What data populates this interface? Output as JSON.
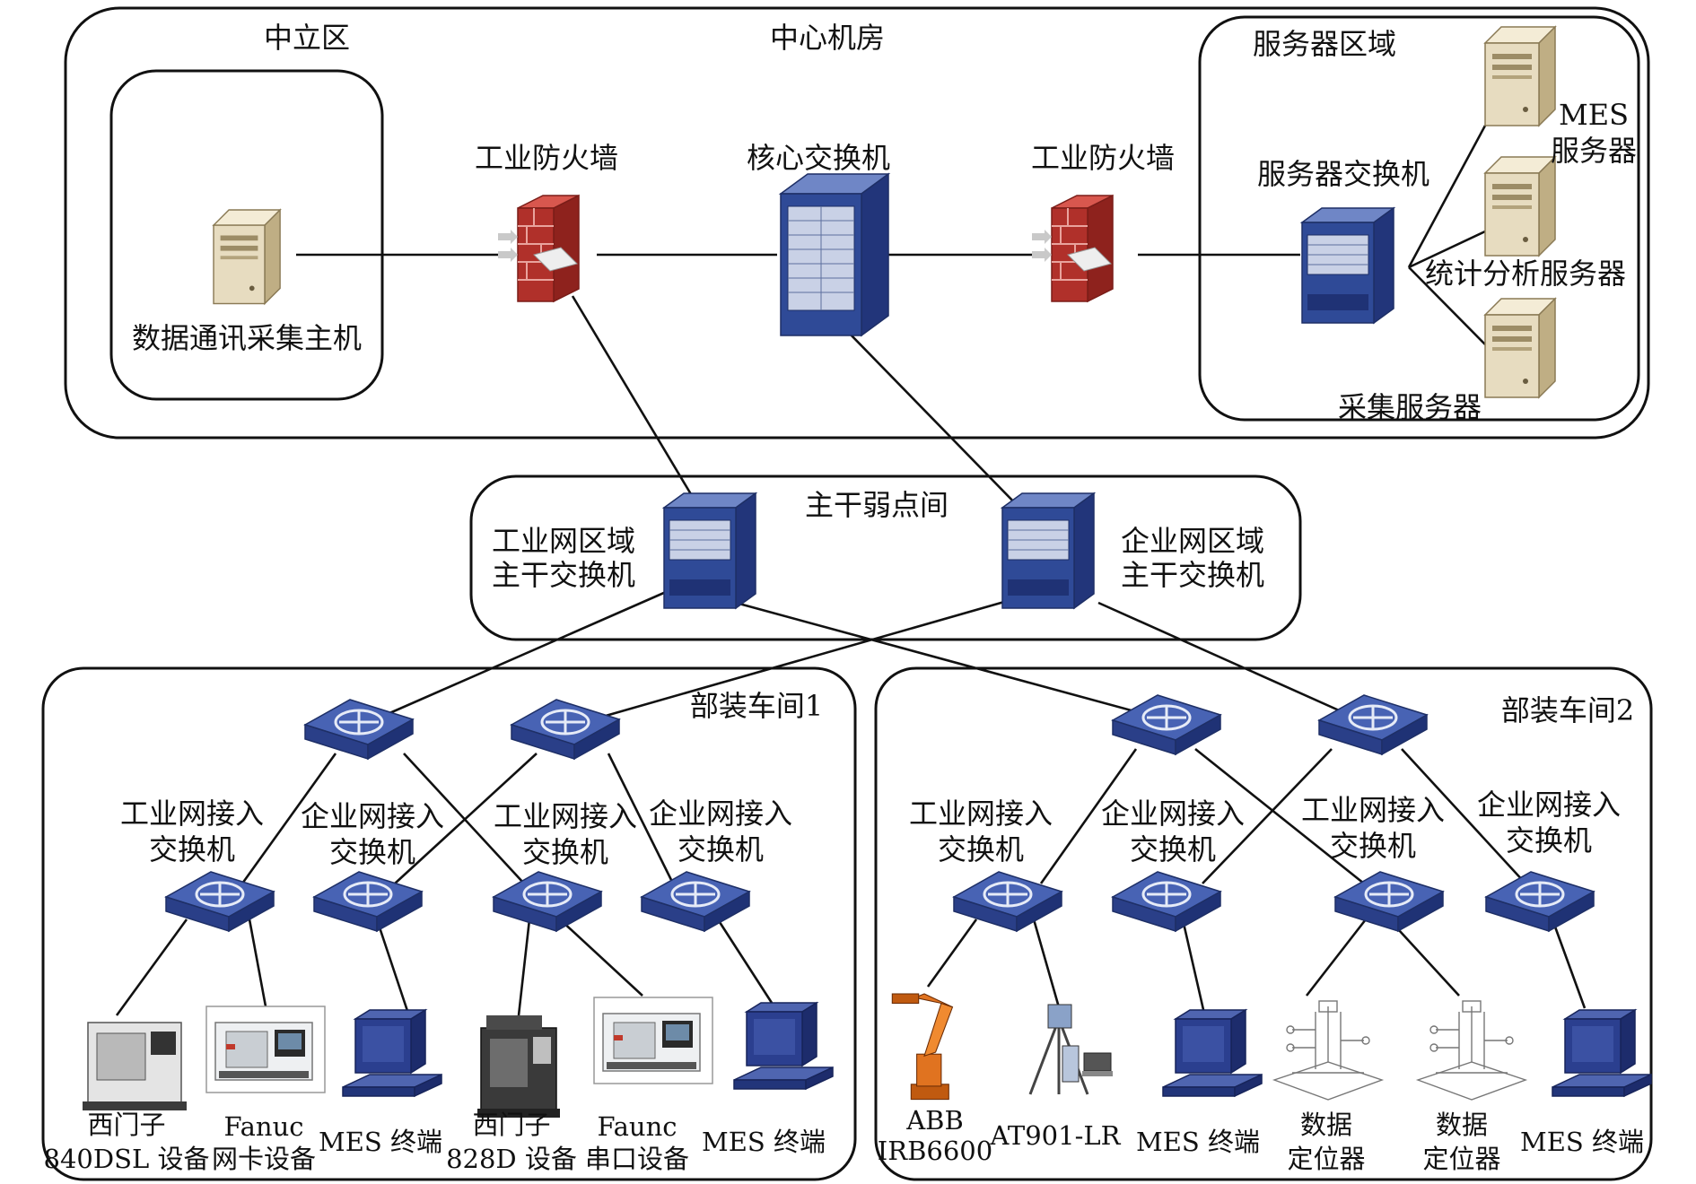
{
  "zones": {
    "center_room": "中心机房",
    "neutral_zone": "中立区",
    "server_zone": "服务器区域",
    "backbone_room": "主干弱点间",
    "workshop1": "部装车间1",
    "workshop2": "部装车间2"
  },
  "center": {
    "host": "数据通讯采集主机",
    "firewall_left": "工业防火墙",
    "core_switch": "核心交换机",
    "firewall_right": "工业防火墙",
    "server_switch": "服务器交换机",
    "servers": [
      {
        "lines": [
          "MES",
          "服务器"
        ]
      },
      {
        "lines": [
          "统计分析服务器"
        ]
      },
      {
        "lines": [
          "采集服务器"
        ]
      }
    ]
  },
  "backbone": {
    "industrial": [
      "工业网区域",
      "主干交换机"
    ],
    "enterprise": [
      "企业网区域",
      "主干交换机"
    ]
  },
  "access_labels": {
    "industrial": [
      "工业网接入",
      "交换机"
    ],
    "enterprise": [
      "企业网接入",
      "交换机"
    ]
  },
  "workshop1_devices": [
    {
      "lines": [
        "西门子",
        "840DSL 设备"
      ]
    },
    {
      "lines": [
        "Fanuc",
        "网卡设备"
      ]
    },
    {
      "lines": [
        "MES 终端"
      ]
    },
    {
      "lines": [
        "西门子",
        "828D 设备"
      ]
    },
    {
      "lines": [
        "Faunc",
        "串口设备"
      ]
    },
    {
      "lines": [
        "MES 终端"
      ]
    }
  ],
  "workshop2_devices": [
    {
      "lines": [
        "ABB",
        "IRB6600"
      ]
    },
    {
      "lines": [
        "AT901-LR"
      ]
    },
    {
      "lines": [
        "MES 终端"
      ]
    },
    {
      "lines": [
        "数据",
        "定位器"
      ]
    },
    {
      "lines": [
        "数据",
        "定位器"
      ]
    },
    {
      "lines": [
        "MES 终端"
      ]
    }
  ],
  "colors": {
    "switch_blue": "#2f4a97",
    "switch_light": "#6f86c6",
    "firewall_red": "#b0302a",
    "server_beige": "#e7dcc0",
    "terminal_blue": "#2b3f8f"
  },
  "icons": [
    "server-icon",
    "firewall-icon",
    "chassis-switch-icon",
    "switch-icon",
    "terminal-icon",
    "cnc-machine-icon",
    "robot-arm-icon",
    "laser-tracker-icon",
    "positioner-icon"
  ]
}
